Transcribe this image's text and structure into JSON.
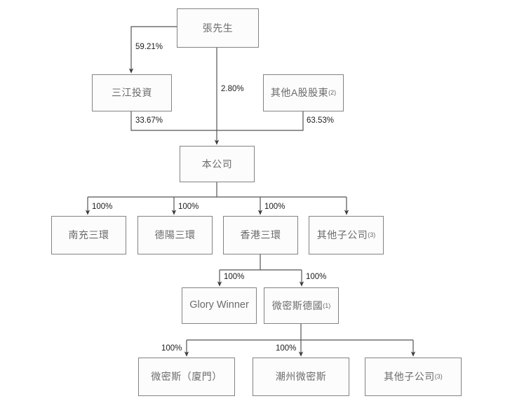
{
  "diagram": {
    "title": "Shareholding and corporate structure chart",
    "colors": {
      "box_fill": "#fcfcfc",
      "box_border": "#838383",
      "box_text": "#6b6b6b",
      "line": "#555555",
      "label_text": "#1c1c1c",
      "background": "#ffffff"
    },
    "nodes": [
      {
        "id": "zhang",
        "label": "張先生",
        "sup": ""
      },
      {
        "id": "sanjiang",
        "label": "三江投資",
        "sup": ""
      },
      {
        "id": "other_a",
        "label": "其他A股股東",
        "sup": "(2)"
      },
      {
        "id": "company",
        "label": "本公司",
        "sup": ""
      },
      {
        "id": "nanchong",
        "label": "南充三環",
        "sup": ""
      },
      {
        "id": "deyang",
        "label": "德陽三環",
        "sup": ""
      },
      {
        "id": "hongkong",
        "label": "香港三環",
        "sup": ""
      },
      {
        "id": "other_sub_1",
        "label": "其他子公司",
        "sup": "(3)"
      },
      {
        "id": "glory",
        "label": "Glory Winner",
        "sup": ""
      },
      {
        "id": "germany",
        "label": "微密斯德國",
        "sup": "(1)"
      },
      {
        "id": "xiamen",
        "label": "微密斯（廈門）",
        "sup": ""
      },
      {
        "id": "chaozhou",
        "label": "潮州微密斯",
        "sup": ""
      },
      {
        "id": "other_sub_2",
        "label": "其他子公司",
        "sup": "(3)"
      }
    ],
    "edges": [
      {
        "id": "e1",
        "from": "zhang",
        "to": "sanjiang",
        "label": "59.21%"
      },
      {
        "id": "e2",
        "from": "zhang",
        "to": "company",
        "label": "2.80%"
      },
      {
        "id": "e3",
        "from": "sanjiang",
        "to": "company",
        "label": "33.67%"
      },
      {
        "id": "e4",
        "from": "other_a",
        "to": "company",
        "label": "63.53%"
      },
      {
        "id": "e5",
        "from": "company",
        "to": "nanchong",
        "label": "100%"
      },
      {
        "id": "e6",
        "from": "company",
        "to": "deyang",
        "label": "100%"
      },
      {
        "id": "e7",
        "from": "company",
        "to": "hongkong",
        "label": "100%"
      },
      {
        "id": "e8",
        "from": "company",
        "to": "other_sub_1",
        "label": ""
      },
      {
        "id": "e9",
        "from": "hongkong",
        "to": "glory",
        "label": "100%"
      },
      {
        "id": "e10",
        "from": "hongkong",
        "to": "germany",
        "label": "100%"
      },
      {
        "id": "e11",
        "from": "germany",
        "to": "xiamen",
        "label": "100%"
      },
      {
        "id": "e12",
        "from": "germany",
        "to": "chaozhou",
        "label": "100%"
      },
      {
        "id": "e13",
        "from": "germany",
        "to": "other_sub_2",
        "label": ""
      }
    ]
  }
}
